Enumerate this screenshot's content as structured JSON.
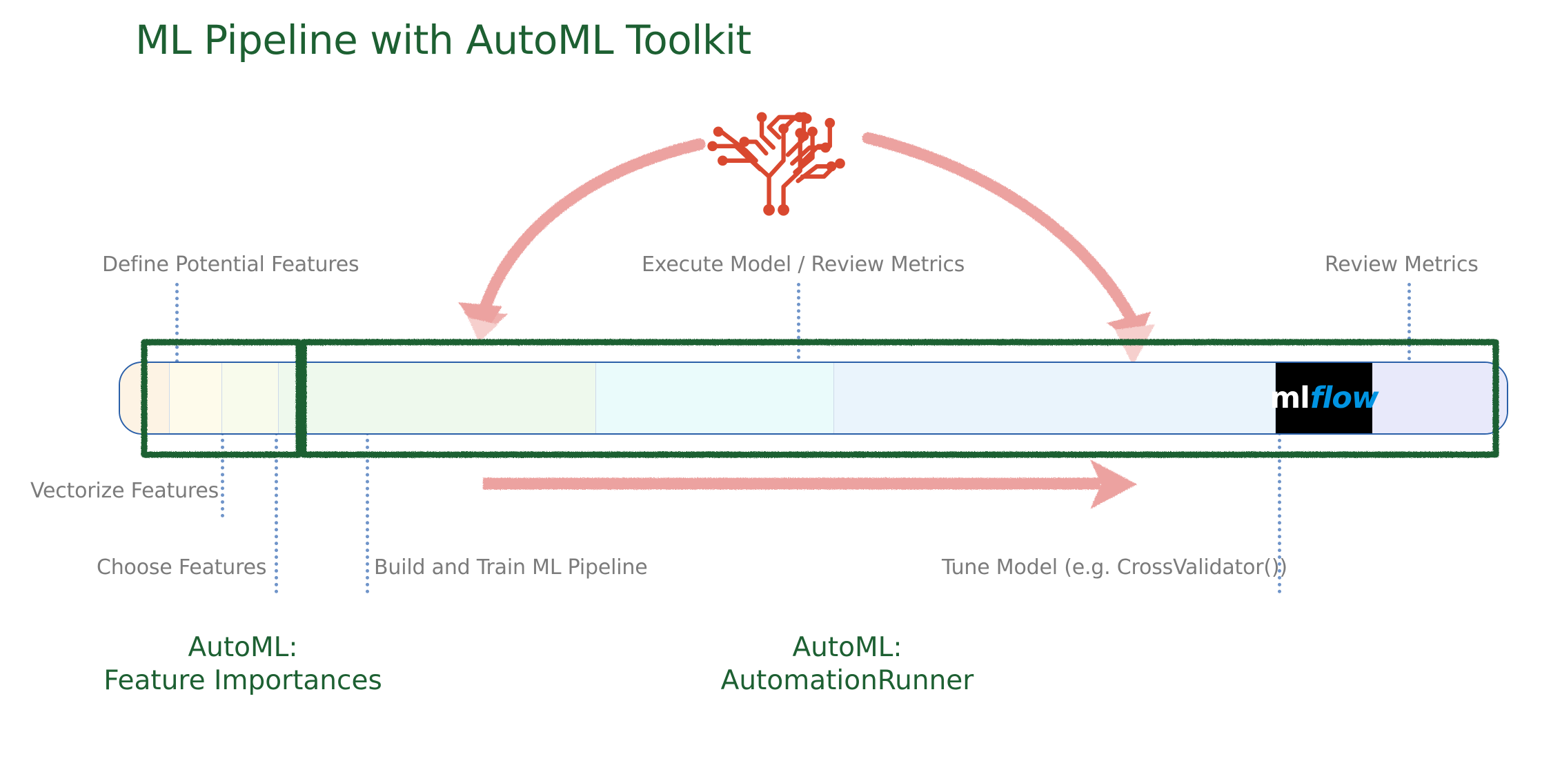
{
  "title": "ML Pipeline with AutoML Toolkit",
  "colors": {
    "title_green": "#1d6032",
    "ink_green": "#1d6032",
    "label_gray": "#7b7b7b",
    "leader_blue": "#6f94c9",
    "bar_outline_blue": "#2a5fa8",
    "arrow_pink": "#eca2a0",
    "icon_red": "#d9482f",
    "mlflow_bg": "#000000",
    "mlflow_blue": "#0194e2"
  },
  "icons": {
    "circuit_tree": "circuit-tree-icon",
    "mlflow": "mlflow-logo"
  },
  "mlflow": {
    "ml": "ml",
    "flow": "flow"
  },
  "callouts": [
    {
      "id": "define-potential-features",
      "text": "Define Potential Features"
    },
    {
      "id": "execute-model-review-metrics",
      "text": "Execute Model / Review Metrics"
    },
    {
      "id": "review-metrics",
      "text": "Review Metrics"
    },
    {
      "id": "vectorize-features",
      "text": "Vectorize Features"
    },
    {
      "id": "choose-features",
      "text": "Choose Features"
    },
    {
      "id": "build-and-train-ml-pipeline",
      "text": "Build and Train ML Pipeline"
    },
    {
      "id": "tune-model",
      "text": "Tune Model (e.g. CrossValidator())"
    }
  ],
  "automl_captions": [
    {
      "id": "feature-importances",
      "line1": "AutoML:",
      "line2": "Feature Importances"
    },
    {
      "id": "automation-runner",
      "line1": "AutoML:",
      "line2": "AutomationRunner"
    }
  ],
  "pipeline": {
    "segments": [
      {
        "id": "segment-define-features",
        "color": "#fdf3e4"
      },
      {
        "id": "segment-vectorize",
        "color": "#fefbeb"
      },
      {
        "id": "segment-choose-features",
        "color": "#f8fbec"
      },
      {
        "id": "segment-build-train",
        "color": "#eef9ed"
      },
      {
        "id": "segment-execute",
        "color": "#eafbfb"
      },
      {
        "id": "segment-tune",
        "color": "#eaf4fc"
      },
      {
        "id": "segment-review-metrics",
        "color": "#e8e9fa"
      }
    ]
  }
}
